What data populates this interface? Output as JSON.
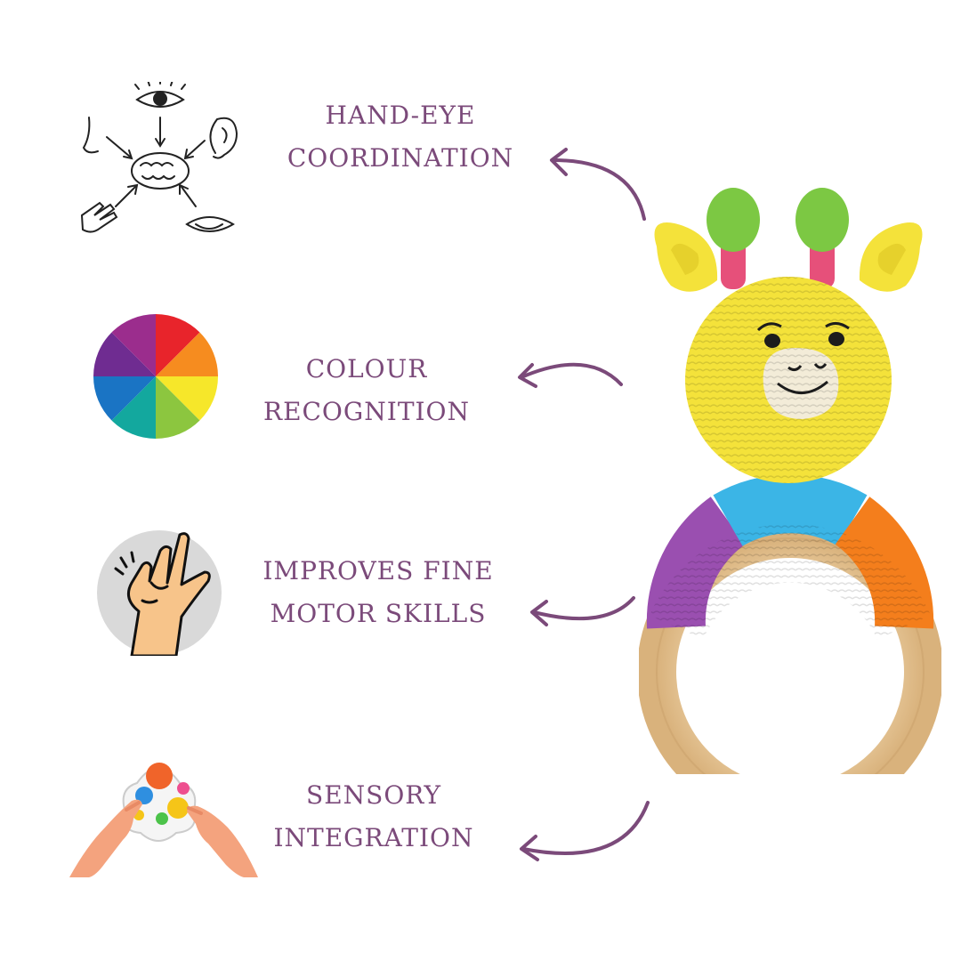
{
  "benefits": [
    {
      "line1": "HAND-EYE",
      "line2": "COORDINATION",
      "icon": "senses-brain-icon"
    },
    {
      "line1": "COLOUR",
      "line2": "RECOGNITION",
      "icon": "color-wheel-icon"
    },
    {
      "line1": "IMPROVES FINE",
      "line2": "MOTOR SKILLS",
      "icon": "hand-gesture-icon"
    },
    {
      "line1": "SENSORY",
      "line2": "INTEGRATION",
      "icon": "pop-fidget-icon"
    }
  ],
  "colors": {
    "text": "#7b4a7a",
    "arrow": "#7b4a7a",
    "yellow": "#f4e23a",
    "green": "#7cc843",
    "pink": "#e6507a",
    "blue": "#3bb5e6",
    "purple": "#9a4fb0",
    "orange": "#f47e1c",
    "wood": "#e8c79a"
  },
  "product": "giraffe-crochet-rattle-image"
}
